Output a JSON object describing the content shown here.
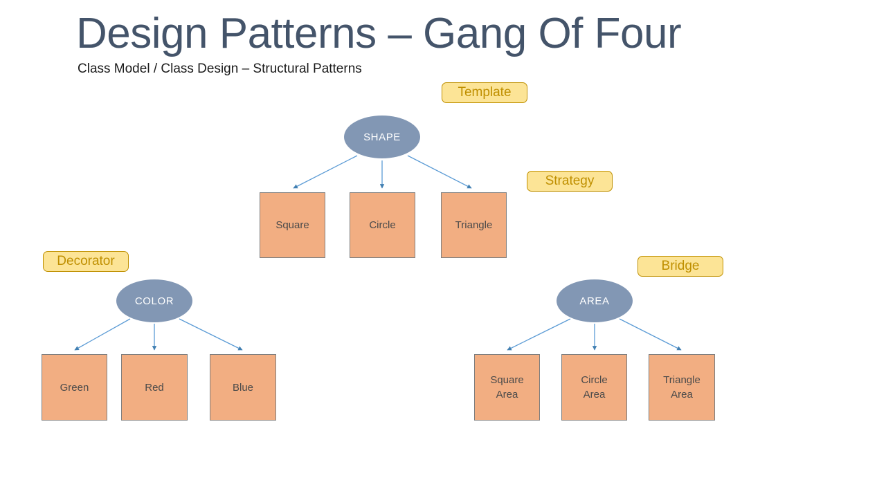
{
  "slide": {
    "title": "Design Patterns – Gang Of Four",
    "subtitle": "Class Model / Class Design – Structural Patterns",
    "background_color": "#FFFFFF",
    "title_color": "#44546A"
  },
  "colors": {
    "ellipse_fill": "#8297B4",
    "ellipse_text": "#FFFFFF",
    "box_fill": "#F2AE82",
    "box_border": "#7E7E7E",
    "box_text": "#4A4A4A",
    "badge_fill": "#FCE496",
    "badge_border": "#BF9000",
    "badge_text": "#BF8F00",
    "connector": "#417FB1"
  },
  "badges": [
    {
      "id": "template",
      "label": "Template"
    },
    {
      "id": "strategy",
      "label": "Strategy"
    },
    {
      "id": "decorator",
      "label": "Decorator"
    },
    {
      "id": "bridge",
      "label": "Bridge"
    }
  ],
  "trees": [
    {
      "id": "shape",
      "root": {
        "label": "SHAPE"
      },
      "children": [
        {
          "id": "square",
          "label": "Square"
        },
        {
          "id": "circle",
          "label": "Circle"
        },
        {
          "id": "triangle",
          "label": "Triangle"
        }
      ]
    },
    {
      "id": "color",
      "root": {
        "label": "COLOR"
      },
      "children": [
        {
          "id": "green",
          "label": "Green"
        },
        {
          "id": "red",
          "label": "Red"
        },
        {
          "id": "blue",
          "label": "Blue"
        }
      ]
    },
    {
      "id": "area",
      "root": {
        "label": "AREA"
      },
      "children": [
        {
          "id": "square-area",
          "label": "Square\nArea"
        },
        {
          "id": "circle-area",
          "label": "Circle\nArea"
        },
        {
          "id": "triangle-area",
          "label": "Triangle\nArea"
        }
      ]
    }
  ]
}
